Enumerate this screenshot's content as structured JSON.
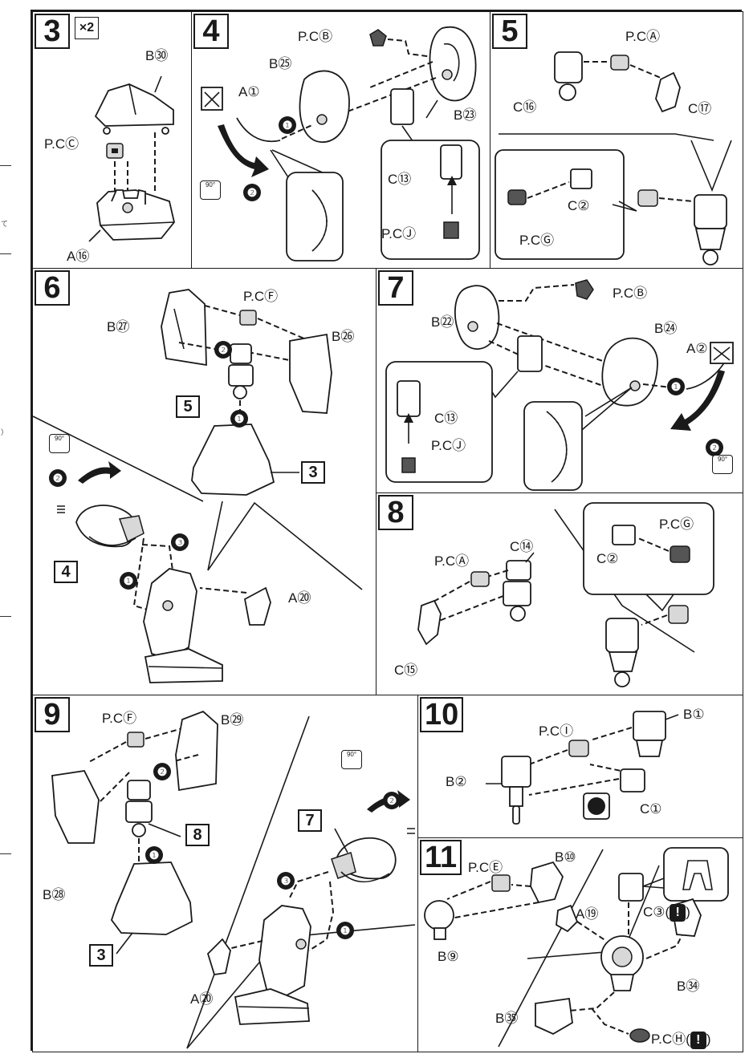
{
  "steps": {
    "s3": {
      "number": "3",
      "multiplier": "×2",
      "labels": {
        "b30": "B㉚",
        "pcc": "P.CⒸ",
        "a16": "A⑯"
      }
    },
    "s4": {
      "number": "4",
      "labels": {
        "pcb": "P.CⒷ",
        "b25": "B㉕",
        "a1": "A①",
        "b23": "B㉓",
        "c13": "C⑬",
        "pcj": "P.CⒿ"
      },
      "seq": [
        "❶",
        "❷"
      ],
      "rotate": "90°"
    },
    "s5": {
      "number": "5",
      "labels": {
        "pca": "P.CⒶ",
        "c16": "C⑯",
        "c17": "C⑰",
        "c2": "C②",
        "pcg": "P.CⒼ"
      }
    },
    "s6": {
      "number": "6",
      "labels": {
        "pcf": "P.CⒻ",
        "b27": "B㉗",
        "b26": "B㉖",
        "a20": "A⑳"
      },
      "refs": {
        "r5": "5",
        "r3": "3",
        "r4": "4"
      },
      "seq": [
        "❶",
        "❷",
        "❸"
      ],
      "rotate": "90°"
    },
    "s7": {
      "number": "7",
      "labels": {
        "pcb": "P.CⒷ",
        "b22": "B㉒",
        "b24": "B㉔",
        "a2": "A②",
        "c13": "C⑬",
        "pcj": "P.CⒿ"
      },
      "seq": [
        "❶",
        "❷"
      ],
      "rotate": "90°"
    },
    "s8": {
      "number": "8",
      "labels": {
        "c14": "C⑭",
        "pca": "P.CⒶ",
        "c15": "C⑮",
        "pcg": "P.CⒼ",
        "c2": "C②"
      }
    },
    "s9": {
      "number": "9",
      "labels": {
        "pcf": "P.CⒻ",
        "b29": "B㉙",
        "b28": "B㉘",
        "a20": "A⑳"
      },
      "refs": {
        "r8": "8",
        "r3": "3",
        "r7": "7"
      },
      "seq": [
        "❶",
        "❷",
        "❸"
      ],
      "rotate": "90°"
    },
    "s10": {
      "number": "10",
      "labels": {
        "pci": "P.CⒾ",
        "b1": "B①",
        "b2": "B②",
        "c1": "C①"
      }
    },
    "s11": {
      "number": "11",
      "labels": {
        "pce": "P.CⒺ",
        "b10": "B⑩",
        "a19": "A⑲",
        "c3": "C③(",
        "b9": "B⑨",
        "b34": "B㉞",
        "b35": "B㉟",
        "pch": "P.CⒽ("
      },
      "warn": "!"
    }
  },
  "margin_marks": [
    "て",
    "）"
  ],
  "colors": {
    "ink": "#1a1a1a",
    "paper": "#ffffff",
    "tone": "#d8d8d8"
  }
}
